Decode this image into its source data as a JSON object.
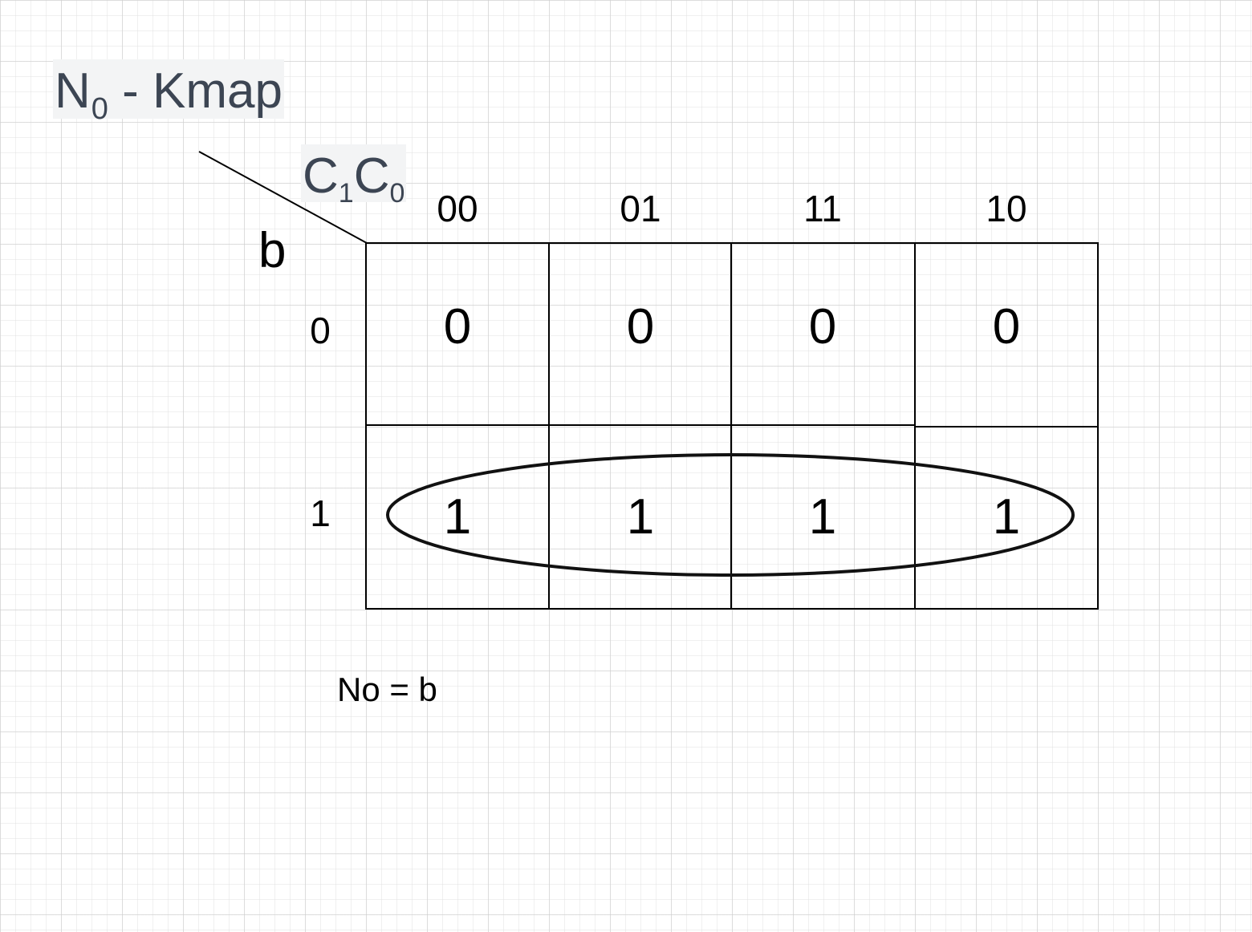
{
  "title": {
    "main": "N",
    "sub": "0",
    "rest": " - Kmap"
  },
  "column_variable": {
    "c1": "C",
    "c1_sub": "1",
    "c0": "C",
    "c0_sub": "0"
  },
  "row_variable": "b",
  "column_labels": [
    "00",
    "01",
    "11",
    "10"
  ],
  "row_labels": [
    "0",
    "1"
  ],
  "cells": {
    "row0": [
      "0",
      "0",
      "0",
      "0"
    ],
    "row1": [
      "1",
      "1",
      "1",
      "1"
    ]
  },
  "equation": "No = b"
}
